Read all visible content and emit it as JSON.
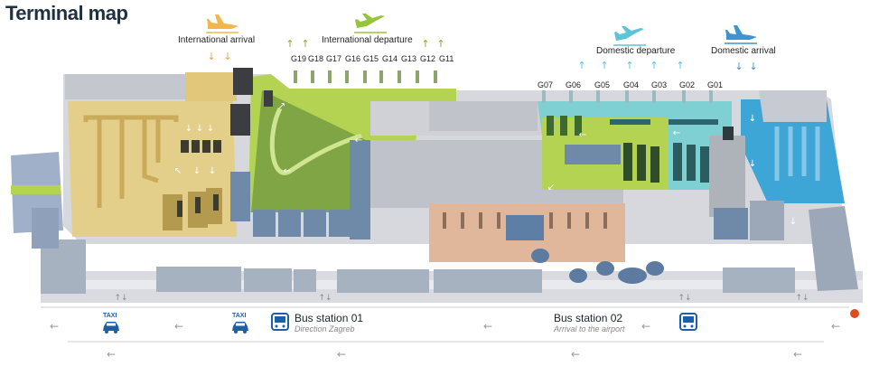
{
  "title": "Terminal map",
  "legend": {
    "international_arrival": "International arrival",
    "international_departure": "International departure",
    "domestic_departure": "Domestic departure",
    "domestic_arrival": "Domestic arrival"
  },
  "international_gates": [
    "G19",
    "G18",
    "G17",
    "G16",
    "G15",
    "G14",
    "G13",
    "G12",
    "G11"
  ],
  "domestic_gates": [
    "G07",
    "G06",
    "G05",
    "G04",
    "G03",
    "G02",
    "G01"
  ],
  "taxi_label": "TAXI",
  "bus_station_1": {
    "title": "Bus station 01",
    "subtitle": "Direction Zagreb"
  },
  "bus_station_2": {
    "title": "Bus station 02",
    "subtitle": "Arrival to the airport"
  },
  "colors": {
    "international_arrival_zone": "#e3cf8a",
    "international_departure_zone": "#b4d352",
    "domestic_departure_zone": "#7fd0d3",
    "domestic_arrival_zone": "#3ea6d6",
    "building_gray": "#c9ccd2",
    "shops_zone": "#e0b79a",
    "icon_blue": "#1f5da8",
    "location_marker": "#e04a1c"
  }
}
